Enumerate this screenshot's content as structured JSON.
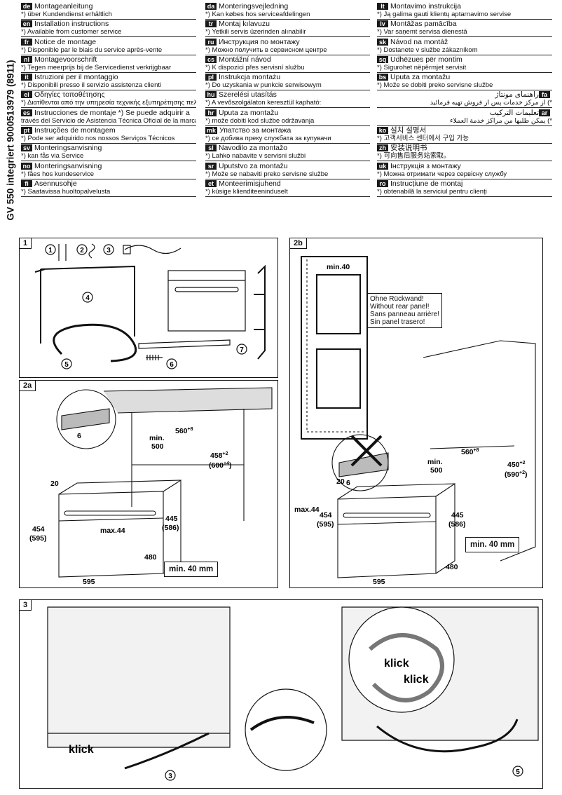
{
  "doc": {
    "side_title": "GV 550 integriert 9000513979 (8911)"
  },
  "columns": [
    [
      {
        "code": "de",
        "title": "Montageanleitung",
        "note": "*) über Kundendienst erhältlich"
      },
      {
        "code": "en",
        "title": "Installation instructions",
        "note": "*) Available from customer service"
      },
      {
        "code": "fr",
        "title": "Notice de montage",
        "note": "*) Disponible par le biais du service après-vente"
      },
      {
        "code": "nl",
        "title": "Montagevoorschrift",
        "note": "*) Tegen meerprijs bij de Servicedienst verkrijgbaar"
      },
      {
        "code": "it",
        "title": "Istruzioni per il montaggio",
        "note": "*) Disponibili presso il servizio assistenza clienti"
      },
      {
        "code": "el",
        "title": "Οδηγίες τοποθέτησης",
        "note": "*) Διατίθενται από την υπηρεσία τεχνικής εξυπηρέτησης πελατών"
      },
      {
        "code": "es",
        "title": "Instrucciones de montaje  *) Se puede adquirir a",
        "note": "través del Servicio de Asistencia Técnica Oficial de la marca"
      },
      {
        "code": "pt",
        "title": "Instruções de montagem",
        "note": "*) Pode ser adquirido nos nossos Serviços Técnicos"
      },
      {
        "code": "sv",
        "title": "Monteringsanvisning",
        "note": "*) kan fås via Service"
      },
      {
        "code": "no",
        "title": "Monteringsanvisning",
        "note": "*) fåes hos kundeservice"
      },
      {
        "code": "fi",
        "title": "Asennusohje",
        "note": "*) Saatavissa huoltopalvelusta"
      }
    ],
    [
      {
        "code": "da",
        "title": "Monteringsvejledning",
        "note": "*) Kan købes hos serviceafdelingen"
      },
      {
        "code": "tr",
        "title": "Montaj kılavuzu",
        "note": "*) Yetkili servis üzerinden alınabilir"
      },
      {
        "code": "ru",
        "title": "Инструкция по монтажу",
        "note": "*) Можно получить в сервисном центре"
      },
      {
        "code": "cs",
        "title": "Montážní návod",
        "note": "*) K dispozici přes servisní službu"
      },
      {
        "code": "pl",
        "title": "Instrukcja montażu",
        "note": "*) Do uzyskania w punkcie serwisowym"
      },
      {
        "code": "hu",
        "title": "Szerelési utasítás",
        "note": "*) A vevőszolgálaton keresztül kapható:"
      },
      {
        "code": "hr",
        "title": "Uputa za montažu",
        "note": "*) može dobiti kod službe održavanja"
      },
      {
        "code": "mk",
        "title": "Упатство за монтажа",
        "note": "*) се добива преку службата за купувачи"
      },
      {
        "code": "sl",
        "title": "Navodilo za montažo",
        "note": "*) Lahko nabavite v servisni službi"
      },
      {
        "code": "sr",
        "title": "Uputstvo za montažu",
        "note": "*) Može se nabaviti preko servisne službe"
      },
      {
        "code": "et",
        "title": "Monteerimisjuhend",
        "note": "*) küsige klienditeeninduselt"
      }
    ],
    [
      {
        "code": "lt",
        "title": "Montavimo instrukcija",
        "note": "*) Ją galima gauti klientų aptarnavimo servise"
      },
      {
        "code": "lv",
        "title": "Montāžas pamācība",
        "note": "*) Var saņemt servisa dienestā"
      },
      {
        "code": "sk",
        "title": "Návod na montáž",
        "note": "*) Dostanete v službe zákazníkom"
      },
      {
        "code": "sq",
        "title": "Udhëzues për montim",
        "note": "*) Sigurohet nëpërmjet servisit"
      },
      {
        "code": "bs",
        "title": "Uputa za montažu",
        "note": "*) Može se dobiti preko servisne službe"
      },
      {
        "code": "fa",
        "title": "راهنمای مونتاژ",
        "note": "*) از مرکز خدمات پس از فروش تهیه فرمائید",
        "rtl": true
      },
      {
        "code": "ar",
        "title": "تعليمات التركيب",
        "note": "*) يمكن طلبها من مراكز خدمة العملاء",
        "rtl": true
      },
      {
        "code": "ko",
        "title": "설치 설명서",
        "note": "*) 고객서비스 센터에서 구입 가능"
      },
      {
        "code": "zh",
        "title": "安装说明书",
        "note": "*) 可向售后服务站索取。"
      },
      {
        "code": "uk",
        "title": "Інструкція з монтажу",
        "note": "*) Можна отримати через сервісну службу"
      },
      {
        "code": "ro",
        "title": "Instrucțiune de montaj",
        "note": "*) obtenabilă la serviciul pentru clienți"
      }
    ]
  ],
  "panel1": {
    "tag": "1",
    "callouts": [
      "1",
      "2",
      "3",
      "4",
      "5",
      "6",
      "7"
    ]
  },
  "panel2a": {
    "tag": "2a",
    "dims": {
      "d20": "20",
      "d454": "454",
      "d595h": "(595)",
      "max44": "max.44",
      "min500a": "min.",
      "min500b": "500",
      "d560": "560",
      "d560sup": "+8",
      "d458": "458",
      "d458sup": "+2",
      "d600": "(600",
      "d600sup": "+4",
      "d600end": ")",
      "d445": "445",
      "d586": "(586)",
      "d480": "480",
      "d595w": "595",
      "marker6": "6"
    },
    "min40": "min. 40 mm"
  },
  "panel2b": {
    "tag": "2b",
    "inset_min40": "min.40",
    "rear_panel": [
      "Ohne Rückwand!",
      "Without rear panel!",
      "Sans panneau arrière!",
      "Sin panel trasero!"
    ],
    "dims": {
      "d20": "20",
      "max44": "max.44",
      "d454": "454",
      "d595h": "(595)",
      "min500a": "min.",
      "min500b": "500",
      "d560": "560",
      "d560sup": "+8",
      "d450": "450",
      "d450sup": "+2",
      "d590": "(590",
      "d590sup": "+2",
      "d590end": ")",
      "d445": "445",
      "d586": "(586)",
      "d480": "480",
      "d595w": "595",
      "marker6": "6"
    },
    "min40": "min. 40 mm"
  },
  "panel3": {
    "tag": "3",
    "klick1": "klick",
    "klick2": "klick",
    "klick3": "klick",
    "m3": "3",
    "m5": "5"
  }
}
